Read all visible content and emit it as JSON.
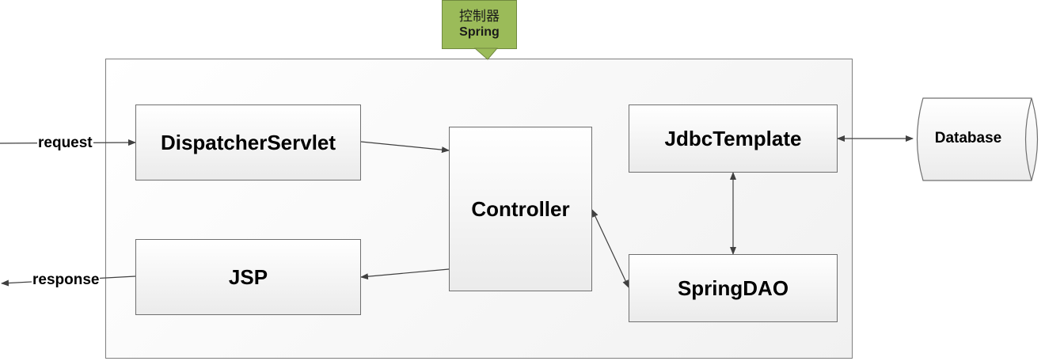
{
  "callout": {
    "line1": "控制器",
    "line2": "Spring"
  },
  "components": {
    "dispatcher": "DispatcherServlet",
    "controller": "Controller",
    "jsp": "JSP",
    "jdbc": "JdbcTemplate",
    "springdao": "SpringDAO",
    "database": "Database"
  },
  "flows": {
    "request": "request",
    "response": "response"
  },
  "colors": {
    "callout_fill": "#9bbb59",
    "container_fill": "#f4f4f4",
    "box_border": "#6f6f6f",
    "arrow": "#404040"
  }
}
